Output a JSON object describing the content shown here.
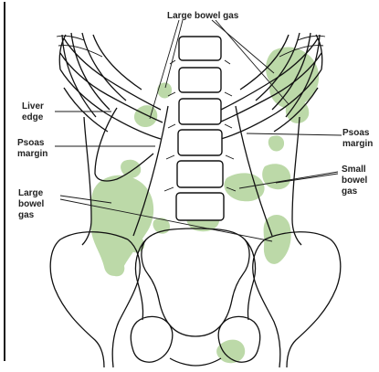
{
  "colors": {
    "gas": "#bcd9a8",
    "outline": "#111111",
    "label": "#222222",
    "background": "#ffffff",
    "frame": "#1a1a1a"
  },
  "labels": {
    "large_bowel_gas_top": "Large bowel gas",
    "liver_edge_1": "Liver",
    "liver_edge_2": "edge",
    "psoas_left_1": "Psoas",
    "psoas_left_2": "margin",
    "large_bowel_left_1": "Large",
    "large_bowel_left_2": "bowel",
    "large_bowel_left_3": "gas",
    "psoas_right_1": "Psoas",
    "psoas_right_2": "margin",
    "small_bowel_1": "Small",
    "small_bowel_2": "bowel",
    "small_bowel_3": "gas"
  }
}
